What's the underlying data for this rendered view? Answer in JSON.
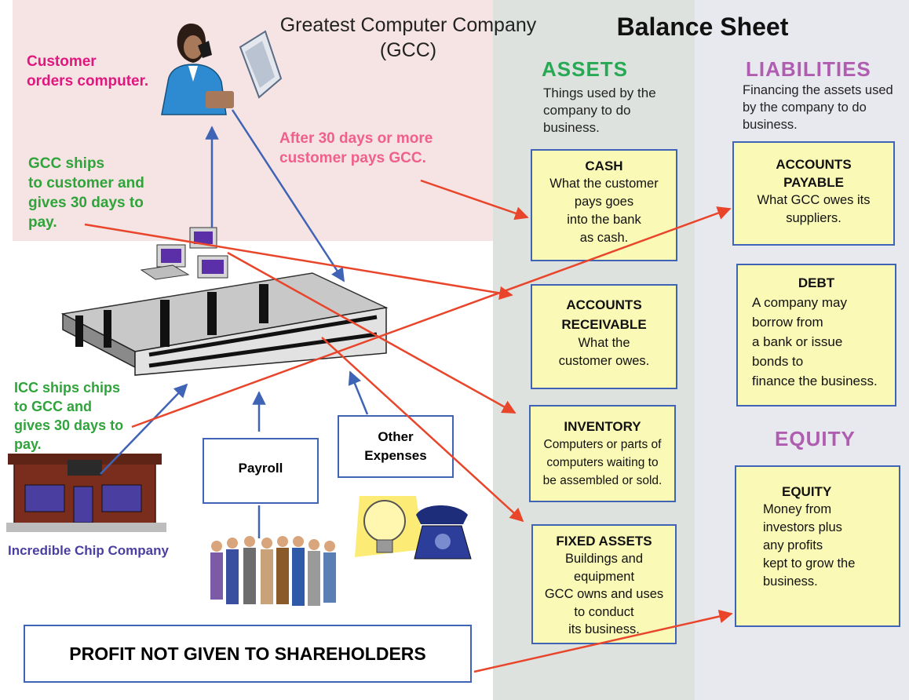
{
  "company": {
    "title": "Greatest Computer Company\n(GCC)"
  },
  "balance_sheet": {
    "title": "Balance Sheet"
  },
  "flows": {
    "customer_orders": "Customer\norders computer.",
    "customer_pays": "After 30 days or more\ncustomer pays GCC.",
    "gcc_ships": "GCC ships\nto customer and\ngives 30 days to\npay.",
    "icc_ships": "ICC ships chips\nto GCC and\ngives 30 days to\npay."
  },
  "assets": {
    "heading": "ASSETS",
    "description": "Things used by the\ncompany to do\nbusiness.",
    "boxes": [
      {
        "title": "CASH",
        "body": "What the customer\npays goes\ninto the bank\nas cash."
      },
      {
        "title": "ACCOUNTS\nRECEIVABLE",
        "body": "What the\ncustomer owes."
      },
      {
        "title": "INVENTORY",
        "body": "Computers or parts of\ncomputers waiting to\nbe assembled or sold."
      },
      {
        "title": "FIXED ASSETS",
        "body": "Buildings and\nequipment\nGCC owns and uses\nto conduct\nits business."
      }
    ]
  },
  "liabilities": {
    "heading": "LIABILITIES",
    "description": "Financing the assets used\nby the company to do\nbusiness.",
    "boxes": [
      {
        "title": "ACCOUNTS\nPAYABLE",
        "body": "What GCC owes its\nsuppliers."
      },
      {
        "title": "DEBT",
        "body": "A company may\nborrow from\na bank or issue\nbonds to\nfinance the business."
      }
    ]
  },
  "equity": {
    "heading": "EQUITY",
    "box": {
      "title": "EQUITY",
      "body": "Money from\ninvestors plus\nany profits\nkept to grow the\nbusiness."
    }
  },
  "expenses": {
    "payroll": "Payroll",
    "other": "Other\nExpenses"
  },
  "supplier": {
    "name": "Incredible Chip Company"
  },
  "profit": {
    "label": "PROFIT NOT GIVEN TO SHAREHOLDERS"
  },
  "colors": {
    "assets_heading": "#27a853",
    "liabilities_heading": "#b05cb0",
    "arrow_red": "#e8452b",
    "arrow_blue": "#3f63b5",
    "box_fill": "#fafab6"
  }
}
